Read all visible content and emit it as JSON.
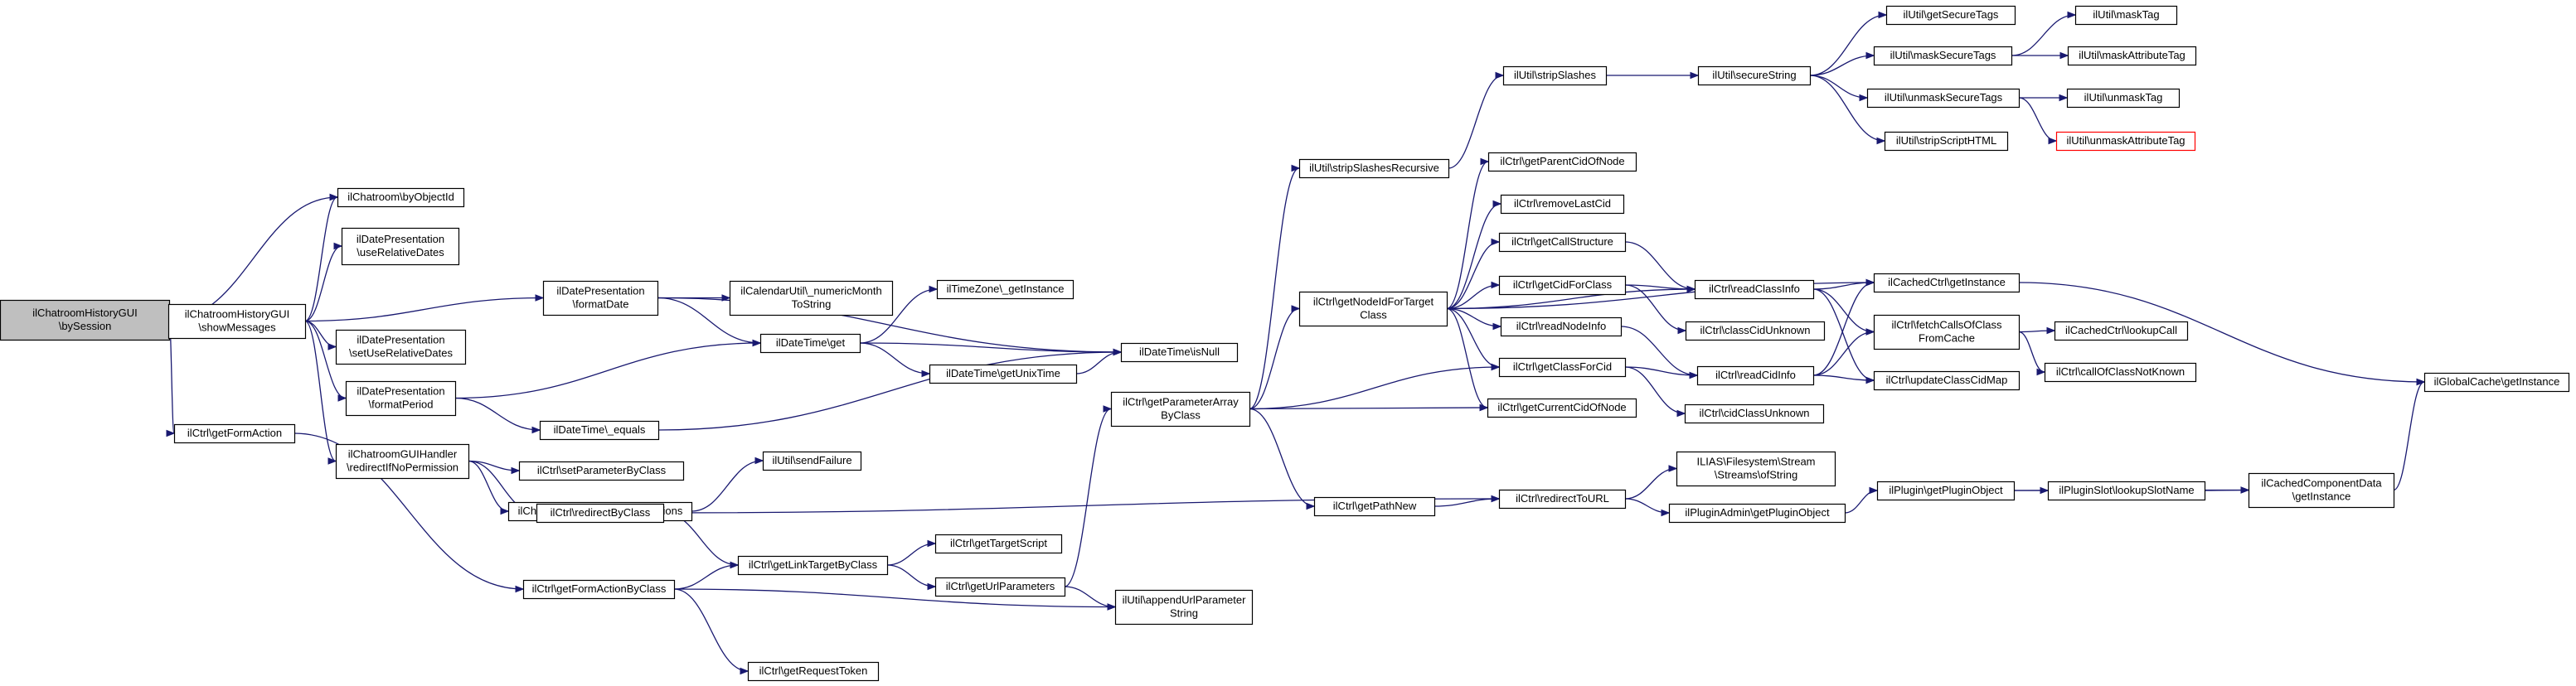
{
  "diagram": {
    "colors": {
      "edge": "#191970",
      "root_fill": "#bfbfbf",
      "node_fill": "#ffffff",
      "node_border": "#000000",
      "missing_border": "#ff0000"
    },
    "nodes": [
      {
        "id": "root",
        "lines": [
          "ilChatroomHistoryGUI",
          "\\bySession"
        ],
        "style": "root"
      },
      {
        "id": "showMessages",
        "lines": [
          "ilChatroomHistoryGUI",
          "\\showMessages"
        ]
      },
      {
        "id": "getFormAction",
        "lines": [
          "ilCtrl\\getFormAction"
        ]
      },
      {
        "id": "byObjectId",
        "lines": [
          "ilChatroom\\byObjectId"
        ]
      },
      {
        "id": "useRelDates",
        "lines": [
          "ilDatePresentation",
          "\\useRelativeDates"
        ]
      },
      {
        "id": "formatDate",
        "lines": [
          "ilDatePresentation",
          "\\formatDate"
        ]
      },
      {
        "id": "setUseRelDates",
        "lines": [
          "ilDatePresentation",
          "\\setUseRelativeDates"
        ]
      },
      {
        "id": "formatPeriod",
        "lines": [
          "ilDatePresentation",
          "\\formatPeriod"
        ]
      },
      {
        "id": "redirectIfNoPerm",
        "lines": [
          "ilChatroomGUIHandler",
          "\\redirectIfNoPermission"
        ]
      },
      {
        "id": "numericMonth",
        "lines": [
          "ilCalendarUtil\\_numericMonth",
          "ToString"
        ]
      },
      {
        "id": "dtGet",
        "lines": [
          "ilDateTime\\get"
        ]
      },
      {
        "id": "dtEquals",
        "lines": [
          "ilDateTime\\_equals"
        ]
      },
      {
        "id": "setParamByClass",
        "lines": [
          "ilCtrl\\setParameterByClass"
        ]
      },
      {
        "id": "checkUserPerm",
        "lines": [
          "ilChatroom\\checkUserPermissions"
        ]
      },
      {
        "id": "redirectByClass",
        "lines": [
          "ilCtrl\\redirectByClass"
        ]
      },
      {
        "id": "getFormActionByClass",
        "lines": [
          "ilCtrl\\getFormActionByClass"
        ]
      },
      {
        "id": "tzGetInstance",
        "lines": [
          "ilTimeZone\\_getInstance"
        ]
      },
      {
        "id": "getUnixTime",
        "lines": [
          "ilDateTime\\getUnixTime"
        ]
      },
      {
        "id": "sendFailure",
        "lines": [
          "ilUtil\\sendFailure"
        ]
      },
      {
        "id": "getLinkTarget",
        "lines": [
          "ilCtrl\\getLinkTargetByClass"
        ]
      },
      {
        "id": "getTargetScript",
        "lines": [
          "ilCtrl\\getTargetScript"
        ]
      },
      {
        "id": "getUrlParams",
        "lines": [
          "ilCtrl\\getUrlParameters"
        ]
      },
      {
        "id": "getRequestToken",
        "lines": [
          "ilCtrl\\getRequestToken"
        ]
      },
      {
        "id": "dtIsNull",
        "lines": [
          "ilDateTime\\isNull"
        ]
      },
      {
        "id": "appendUrlParam",
        "lines": [
          "ilUtil\\appendUrlParameter",
          "String"
        ]
      },
      {
        "id": "getParamArray",
        "lines": [
          "ilCtrl\\getParameterArray",
          "ByClass"
        ]
      },
      {
        "id": "stripSlashesRec",
        "lines": [
          "ilUtil\\stripSlashesRecursive"
        ]
      },
      {
        "id": "getNodeId",
        "lines": [
          "ilCtrl\\getNodeIdForTarget",
          "Class"
        ]
      },
      {
        "id": "getPathNew",
        "lines": [
          "ilCtrl\\getPathNew"
        ]
      },
      {
        "id": "stripSlashes",
        "lines": [
          "ilUtil\\stripSlashes"
        ]
      },
      {
        "id": "getParentCid",
        "lines": [
          "ilCtrl\\getParentCidOfNode"
        ]
      },
      {
        "id": "removeLastCid",
        "lines": [
          "ilCtrl\\removeLastCid"
        ]
      },
      {
        "id": "getCallStructure",
        "lines": [
          "ilCtrl\\getCallStructure"
        ]
      },
      {
        "id": "getCidForClass",
        "lines": [
          "ilCtrl\\getCidForClass"
        ]
      },
      {
        "id": "readNodeInfo",
        "lines": [
          "ilCtrl\\readNodeInfo"
        ]
      },
      {
        "id": "getClassForCid",
        "lines": [
          "ilCtrl\\getClassForCid"
        ]
      },
      {
        "id": "getCurrentCid",
        "lines": [
          "ilCtrl\\getCurrentCidOfNode"
        ]
      },
      {
        "id": "redirectToURL",
        "lines": [
          "ilCtrl\\redirectToURL"
        ]
      },
      {
        "id": "secureString",
        "lines": [
          "ilUtil\\secureString"
        ]
      },
      {
        "id": "readClassInfo",
        "lines": [
          "ilCtrl\\readClassInfo"
        ]
      },
      {
        "id": "classCidUnknown",
        "lines": [
          "ilCtrl\\classCidUnknown"
        ]
      },
      {
        "id": "readCidInfo",
        "lines": [
          "ilCtrl\\readCidInfo"
        ]
      },
      {
        "id": "cidClassUnknown",
        "lines": [
          "ilCtrl\\cidClassUnknown"
        ]
      },
      {
        "id": "ofString",
        "lines": [
          "ILIAS\\Filesystem\\Stream",
          "\\Streams\\ofString"
        ]
      },
      {
        "id": "pluginAdminGetObj",
        "lines": [
          "ilPluginAdmin\\getPluginObject"
        ]
      },
      {
        "id": "getSecureTags",
        "lines": [
          "ilUtil\\getSecureTags"
        ]
      },
      {
        "id": "maskSecureTags",
        "lines": [
          "ilUtil\\maskSecureTags"
        ]
      },
      {
        "id": "unmaskSecureTags",
        "lines": [
          "ilUtil\\unmaskSecureTags"
        ]
      },
      {
        "id": "stripScriptHTML",
        "lines": [
          "ilUtil\\stripScriptHTML"
        ]
      },
      {
        "id": "cachedCtrlGetInstance",
        "lines": [
          "ilCachedCtrl\\getInstance"
        ]
      },
      {
        "id": "fetchCalls",
        "lines": [
          "ilCtrl\\fetchCallsOfClass",
          "FromCache"
        ]
      },
      {
        "id": "updateClassCidMap",
        "lines": [
          "ilCtrl\\updateClassCidMap"
        ]
      },
      {
        "id": "pluginGetObj",
        "lines": [
          "ilPlugin\\getPluginObject"
        ]
      },
      {
        "id": "maskTag",
        "lines": [
          "ilUtil\\maskTag"
        ]
      },
      {
        "id": "maskAttrTag",
        "lines": [
          "ilUtil\\maskAttributeTag"
        ]
      },
      {
        "id": "unmaskTag",
        "lines": [
          "ilUtil\\unmaskTag"
        ]
      },
      {
        "id": "unmaskAttrTag",
        "lines": [
          "ilUtil\\unmaskAttributeTag"
        ],
        "style": "missing"
      },
      {
        "id": "lookupCall",
        "lines": [
          "ilCachedCtrl\\lookupCall"
        ]
      },
      {
        "id": "callOfClassNotKnown",
        "lines": [
          "ilCtrl\\callOfClassNotKnown"
        ]
      },
      {
        "id": "lookupSlotName",
        "lines": [
          "ilPluginSlot\\lookupSlotName"
        ]
      },
      {
        "id": "cachedCompData",
        "lines": [
          "ilCachedComponentData",
          "\\getInstance"
        ]
      },
      {
        "id": "globalCache",
        "lines": [
          "ilGlobalCache\\getInstance"
        ]
      }
    ],
    "edges": [
      [
        "root",
        "showMessages"
      ],
      [
        "root",
        "getFormAction"
      ],
      [
        "root",
        "byObjectId"
      ],
      [
        "showMessages",
        "byObjectId"
      ],
      [
        "showMessages",
        "useRelDates"
      ],
      [
        "showMessages",
        "formatDate"
      ],
      [
        "showMessages",
        "setUseRelDates"
      ],
      [
        "showMessages",
        "formatPeriod"
      ],
      [
        "showMessages",
        "redirectIfNoPerm"
      ],
      [
        "getFormAction",
        "getFormActionByClass"
      ],
      [
        "formatDate",
        "numericMonth"
      ],
      [
        "formatDate",
        "dtGet"
      ],
      [
        "formatDate",
        "dtIsNull"
      ],
      [
        "formatPeriod",
        "dtGet"
      ],
      [
        "formatPeriod",
        "dtEquals"
      ],
      [
        "redirectIfNoPerm",
        "setParamByClass"
      ],
      [
        "redirectIfNoPerm",
        "checkUserPerm"
      ],
      [
        "redirectIfNoPerm",
        "redirectByClass"
      ],
      [
        "dtGet",
        "tzGetInstance"
      ],
      [
        "dtGet",
        "getUnixTime"
      ],
      [
        "dtGet",
        "dtIsNull"
      ],
      [
        "dtEquals",
        "dtIsNull"
      ],
      [
        "getUnixTime",
        "dtIsNull"
      ],
      [
        "checkUserPerm",
        "sendFailure"
      ],
      [
        "redirectByClass",
        "getLinkTarget"
      ],
      [
        "redirectByClass",
        "redirectToURL"
      ],
      [
        "getFormActionByClass",
        "getLinkTarget"
      ],
      [
        "getFormActionByClass",
        "appendUrlParam"
      ],
      [
        "getFormActionByClass",
        "getRequestToken"
      ],
      [
        "getLinkTarget",
        "getTargetScript"
      ],
      [
        "getLinkTarget",
        "getUrlParams"
      ],
      [
        "getUrlParams",
        "appendUrlParam"
      ],
      [
        "getUrlParams",
        "getParamArray"
      ],
      [
        "getParamArray",
        "stripSlashesRec"
      ],
      [
        "getParamArray",
        "getNodeId"
      ],
      [
        "getParamArray",
        "getPathNew"
      ],
      [
        "getParamArray",
        "getClassForCid"
      ],
      [
        "getParamArray",
        "getCurrentCid"
      ],
      [
        "stripSlashesRec",
        "stripSlashes"
      ],
      [
        "stripSlashes",
        "secureString"
      ],
      [
        "getNodeId",
        "getParentCid"
      ],
      [
        "getNodeId",
        "removeLastCid"
      ],
      [
        "getNodeId",
        "getCallStructure"
      ],
      [
        "getNodeId",
        "getCidForClass"
      ],
      [
        "getNodeId",
        "readNodeInfo"
      ],
      [
        "getNodeId",
        "getClassForCid"
      ],
      [
        "getNodeId",
        "getCurrentCid"
      ],
      [
        "getNodeId",
        "readClassInfo"
      ],
      [
        "getNodeId",
        "cachedCtrlGetInstance"
      ],
      [
        "getPathNew",
        "redirectToURL"
      ],
      [
        "getCallStructure",
        "readClassInfo"
      ],
      [
        "getCidForClass",
        "readClassInfo"
      ],
      [
        "getCidForClass",
        "classCidUnknown"
      ],
      [
        "readNodeInfo",
        "readCidInfo"
      ],
      [
        "getClassForCid",
        "readCidInfo"
      ],
      [
        "getClassForCid",
        "cidClassUnknown"
      ],
      [
        "redirectToURL",
        "ofString"
      ],
      [
        "redirectToURL",
        "pluginAdminGetObj"
      ],
      [
        "secureString",
        "getSecureTags"
      ],
      [
        "secureString",
        "maskSecureTags"
      ],
      [
        "secureString",
        "unmaskSecureTags"
      ],
      [
        "secureString",
        "stripScriptHTML"
      ],
      [
        "maskSecureTags",
        "maskTag"
      ],
      [
        "maskSecureTags",
        "maskAttrTag"
      ],
      [
        "unmaskSecureTags",
        "unmaskTag"
      ],
      [
        "unmaskSecureTags",
        "unmaskAttrTag"
      ],
      [
        "readClassInfo",
        "cachedCtrlGetInstance"
      ],
      [
        "readClassInfo",
        "fetchCalls"
      ],
      [
        "readClassInfo",
        "updateClassCidMap"
      ],
      [
        "readCidInfo",
        "cachedCtrlGetInstance"
      ],
      [
        "readCidInfo",
        "fetchCalls"
      ],
      [
        "readCidInfo",
        "updateClassCidMap"
      ],
      [
        "pluginAdminGetObj",
        "pluginGetObj"
      ],
      [
        "cachedCtrlGetInstance",
        "globalCache"
      ],
      [
        "fetchCalls",
        "lookupCall"
      ],
      [
        "fetchCalls",
        "callOfClassNotKnown"
      ],
      [
        "pluginGetObj",
        "lookupSlotName"
      ],
      [
        "pluginGetObj",
        "cachedCompData"
      ],
      [
        "lookupSlotName",
        "cachedCompData"
      ],
      [
        "cachedCompData",
        "globalCache"
      ]
    ]
  }
}
